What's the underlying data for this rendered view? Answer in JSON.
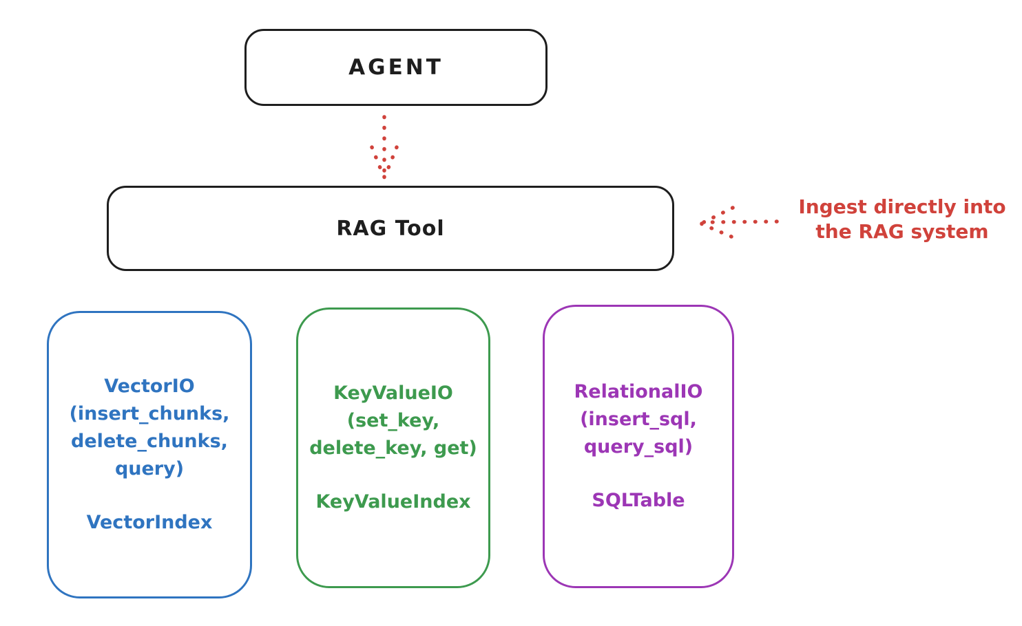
{
  "colors": {
    "stroke_black": "#1e1e1e",
    "red": "#d0423b",
    "blue": "#2f74c0",
    "green": "#3d9a4e",
    "purple": "#9c36b5",
    "background": "#ffffff"
  },
  "nodes": {
    "agent": {
      "label": "AGENT"
    },
    "rag_tool": {
      "label": "RAG Tool"
    }
  },
  "annotation": {
    "text": "Ingest directly into\nthe RAG system"
  },
  "stores": [
    {
      "name": "vector-io",
      "color": "#2f74c0",
      "methods": "VectorIO\n(insert_chunks,\ndelete_chunks,\nquery)",
      "index": "VectorIndex"
    },
    {
      "name": "keyvalue-io",
      "color": "#3d9a4e",
      "methods": "KeyValueIO\n(set_key,\ndelete_key, get)",
      "index": "KeyValueIndex"
    },
    {
      "name": "relational-io",
      "color": "#9c36b5",
      "methods": "RelationalIO\n(insert_sql,\nquery_sql)",
      "index": "SQLTable"
    }
  ],
  "icons": {
    "agent_to_rag_arrow": "dotted-arrow-down",
    "annotation_to_rag_arrow": "dotted-arrow-left"
  }
}
